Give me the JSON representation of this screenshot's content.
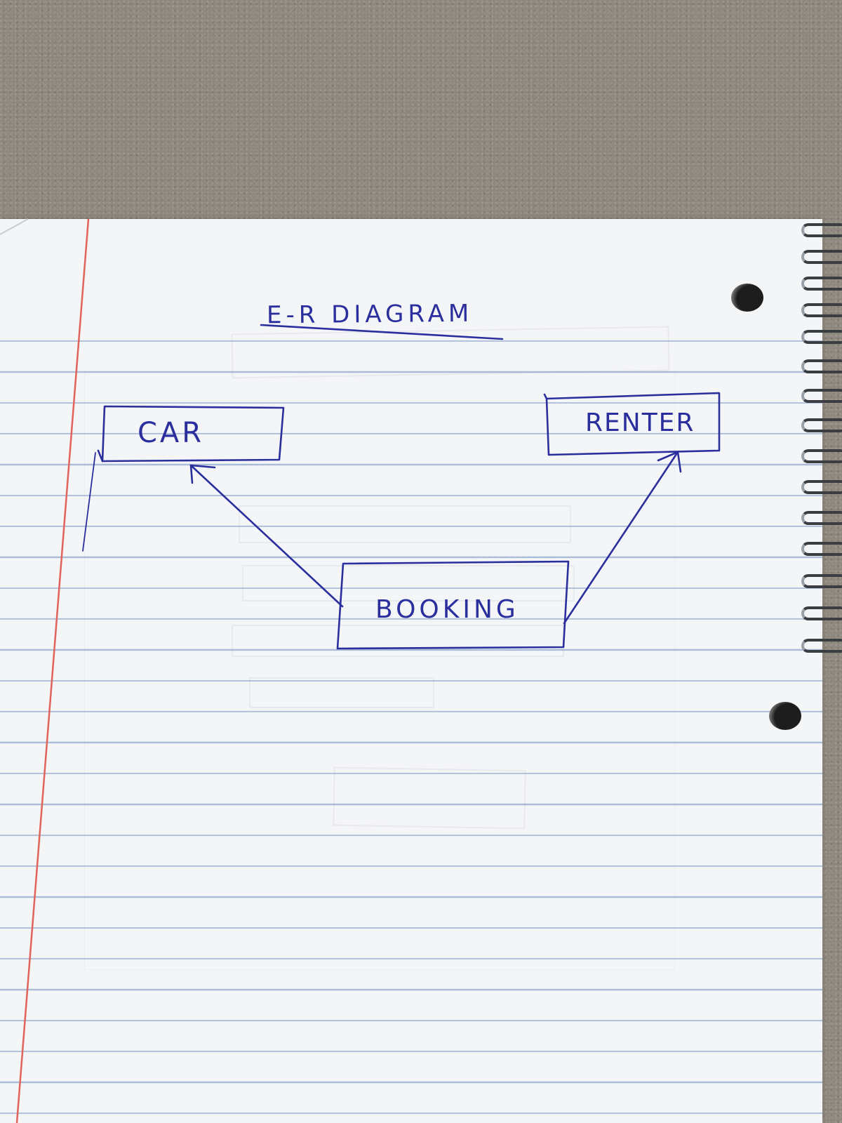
{
  "diagram": {
    "title": "E-R DIAGRAM",
    "entities": [
      {
        "id": "car",
        "label": "CAR"
      },
      {
        "id": "renter",
        "label": "RENTER"
      },
      {
        "id": "booking",
        "label": "BOOKING"
      }
    ],
    "relationships": [
      {
        "from": "booking",
        "to": "car"
      },
      {
        "from": "booking",
        "to": "renter"
      }
    ]
  },
  "colors": {
    "ink": "#2b2f9e",
    "rule_lines": "#a9bcd8",
    "margin_line": "#e0645c",
    "paper": "#f4f5f6"
  }
}
